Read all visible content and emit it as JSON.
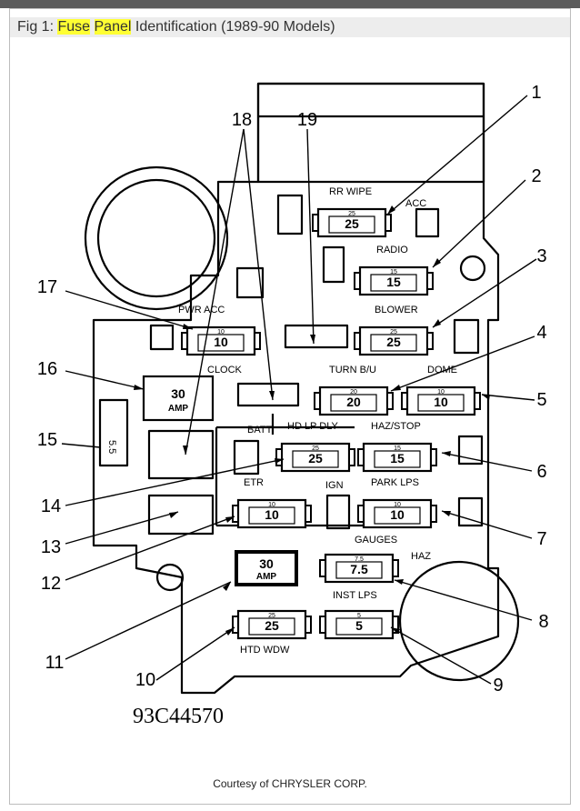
{
  "caption": {
    "prefix": "Fig 1: ",
    "hl1": "Fuse",
    "space": " ",
    "hl2": "Panel",
    "suffix": " Identification (1989-90 Models)"
  },
  "fuses": [
    {
      "id": "rr-wipe",
      "label": "RR WIPE",
      "small": "25",
      "value": "25"
    },
    {
      "id": "radio",
      "label": "RADIO",
      "small": "15",
      "value": "15"
    },
    {
      "id": "blower",
      "label": "BLOWER",
      "small": "25",
      "value": "25"
    },
    {
      "id": "pwr-acc",
      "label": "PWR ACC",
      "small": "10",
      "value": "10"
    },
    {
      "id": "turn-bu",
      "label": "TURN B/U",
      "small": "20",
      "value": "20"
    },
    {
      "id": "dome",
      "label": "DOME",
      "small": "10",
      "value": "10"
    },
    {
      "id": "hd-lp-dly",
      "label": "HD LP DLY",
      "small": "25",
      "value": "25"
    },
    {
      "id": "haz-stop",
      "label": "HAZ/STOP",
      "small": "15",
      "value": "15"
    },
    {
      "id": "etr",
      "label": "ETR",
      "small": "10",
      "value": "10"
    },
    {
      "id": "park-lps",
      "label": "PARK LPS",
      "small": "10",
      "value": "10"
    },
    {
      "id": "gauges",
      "label": "GAUGES",
      "small": "7.5",
      "value": "7.5"
    },
    {
      "id": "inst-lps",
      "label": "INST LPS",
      "small": "5",
      "value": "5"
    },
    {
      "id": "htd-wdw",
      "label": "HTD WDW",
      "small": "25",
      "value": "25"
    }
  ],
  "misc_labels": {
    "acc": "ACC",
    "clock": "CLOCK",
    "batt": "BATT",
    "ign": "IGN",
    "haz": "HAZ",
    "side": "5.5"
  },
  "breakers": [
    {
      "id": "clock-breaker",
      "line1": "30",
      "line2": "AMP"
    },
    {
      "id": "lower-breaker",
      "line1": "30",
      "line2": "AMP"
    }
  ],
  "callouts": [
    "1",
    "2",
    "3",
    "4",
    "5",
    "6",
    "7",
    "8",
    "9",
    "10",
    "11",
    "12",
    "13",
    "14",
    "15",
    "16",
    "17",
    "18",
    "19"
  ],
  "part_number": "93C44570",
  "courtesy": "Courtesy of CHRYSLER CORP."
}
